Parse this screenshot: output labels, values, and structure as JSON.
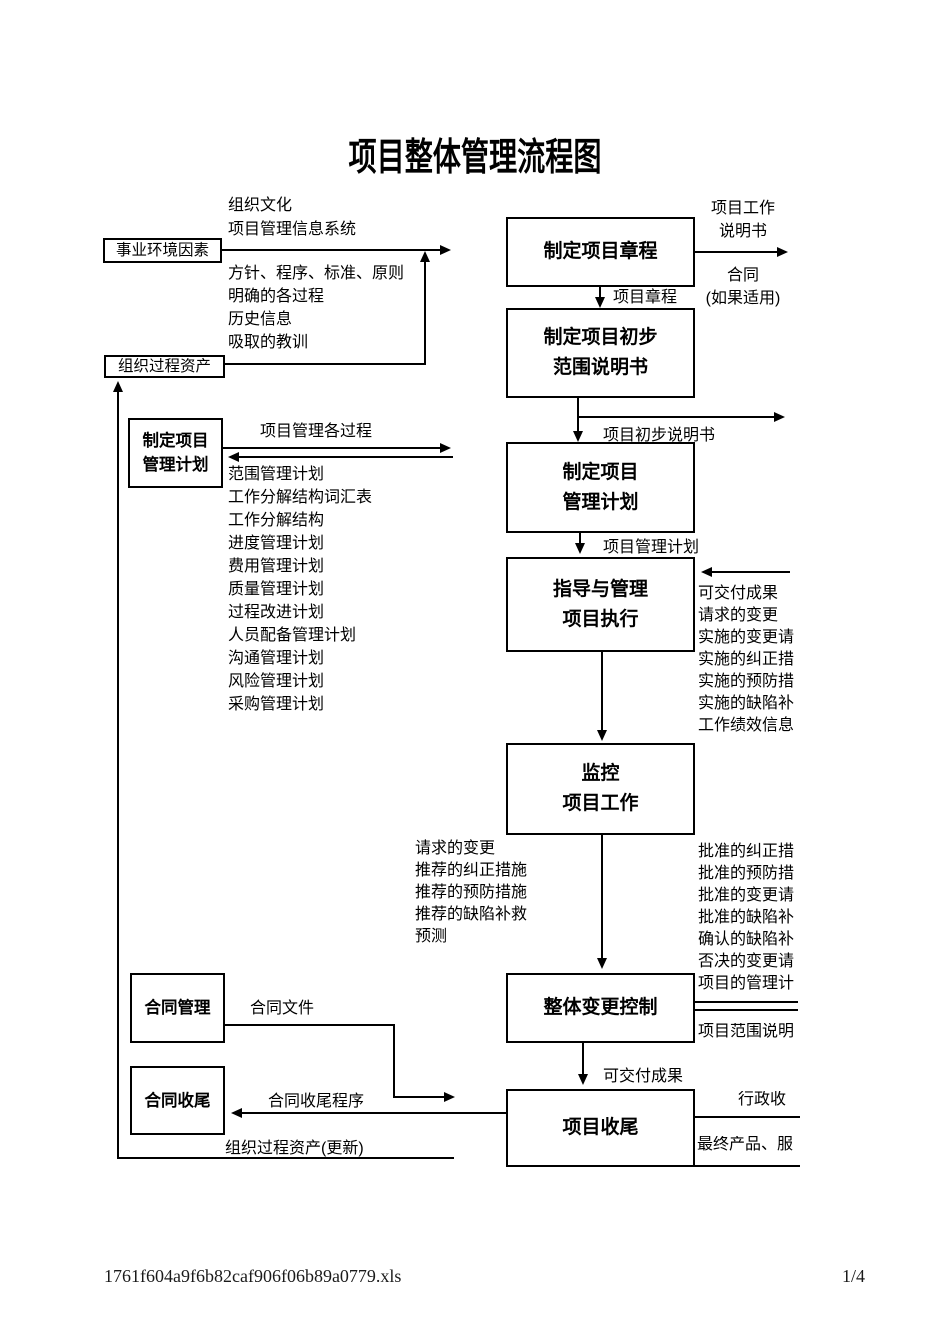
{
  "title": "项目整体管理流程图",
  "footer": {
    "filename": "1761f604a9f6b82caf906f06b89a0779.xls",
    "page": "1/4"
  },
  "nodes": {
    "eef": "事业环境因素",
    "opa": "组织过程资产",
    "pm_plan_left": "制定项目\n管理计划",
    "contract_admin": "合同管理",
    "contract_closure": "合同收尾",
    "charter": "制定项目章程",
    "prelim_scope": "制定项目初步\n范围说明书",
    "pm_plan": "制定项目\n管理计划",
    "direct_manage": "指导与管理\n项目执行",
    "monitor": "监控\n项目工作",
    "icc": "整体变更控制",
    "close_project": "项目收尾"
  },
  "labels": {
    "project_charter": "项目章程",
    "prelim_scope_stmt": "项目初步说明书",
    "pm_plan": "项目管理计划",
    "pm_processes": "项目管理各过程",
    "deliverables": "可交付成果",
    "contract_docs": "合同文件",
    "contract_closure_proc": "合同收尾程序",
    "opa_updates": "组织过程资产(更新)",
    "sow": "项目工作\n说明书",
    "contract": "合同\n(如果适用)",
    "admin_closure": "行政收",
    "final_product": "最终产品、服",
    "scope_statement": "项目范围说明"
  },
  "lists": {
    "eef_top": [
      "组织文化",
      "项目管理信息系统"
    ],
    "eef_bottom": [
      "方针、程序、标准、原则",
      "明确的各过程",
      "历史信息",
      "吸取的教训"
    ],
    "pm_plan_components": [
      "范围管理计划",
      "工作分解结构词汇表",
      "工作分解结构",
      "进度管理计划",
      "费用管理计划",
      "质量管理计划",
      "过程改进计划",
      "人员配备管理计划",
      "沟通管理计划",
      "风险管理计划",
      "采购管理计划"
    ],
    "execution_outputs": [
      "可交付成果",
      "请求的变更",
      "实施的变更请",
      "实施的纠正措",
      "实施的预防措",
      "实施的缺陷补",
      "工作绩效信息"
    ],
    "monitor_outputs_left": [
      "请求的变更",
      "推荐的纠正措施",
      "推荐的预防措施",
      "推荐的缺陷补救",
      "预测"
    ],
    "monitor_outputs_right": [
      "批准的纠正措",
      "批准的预防措",
      "批准的变更请",
      "批准的缺陷补",
      "确认的缺陷补",
      "否决的变更请",
      "项目的管理计"
    ]
  }
}
